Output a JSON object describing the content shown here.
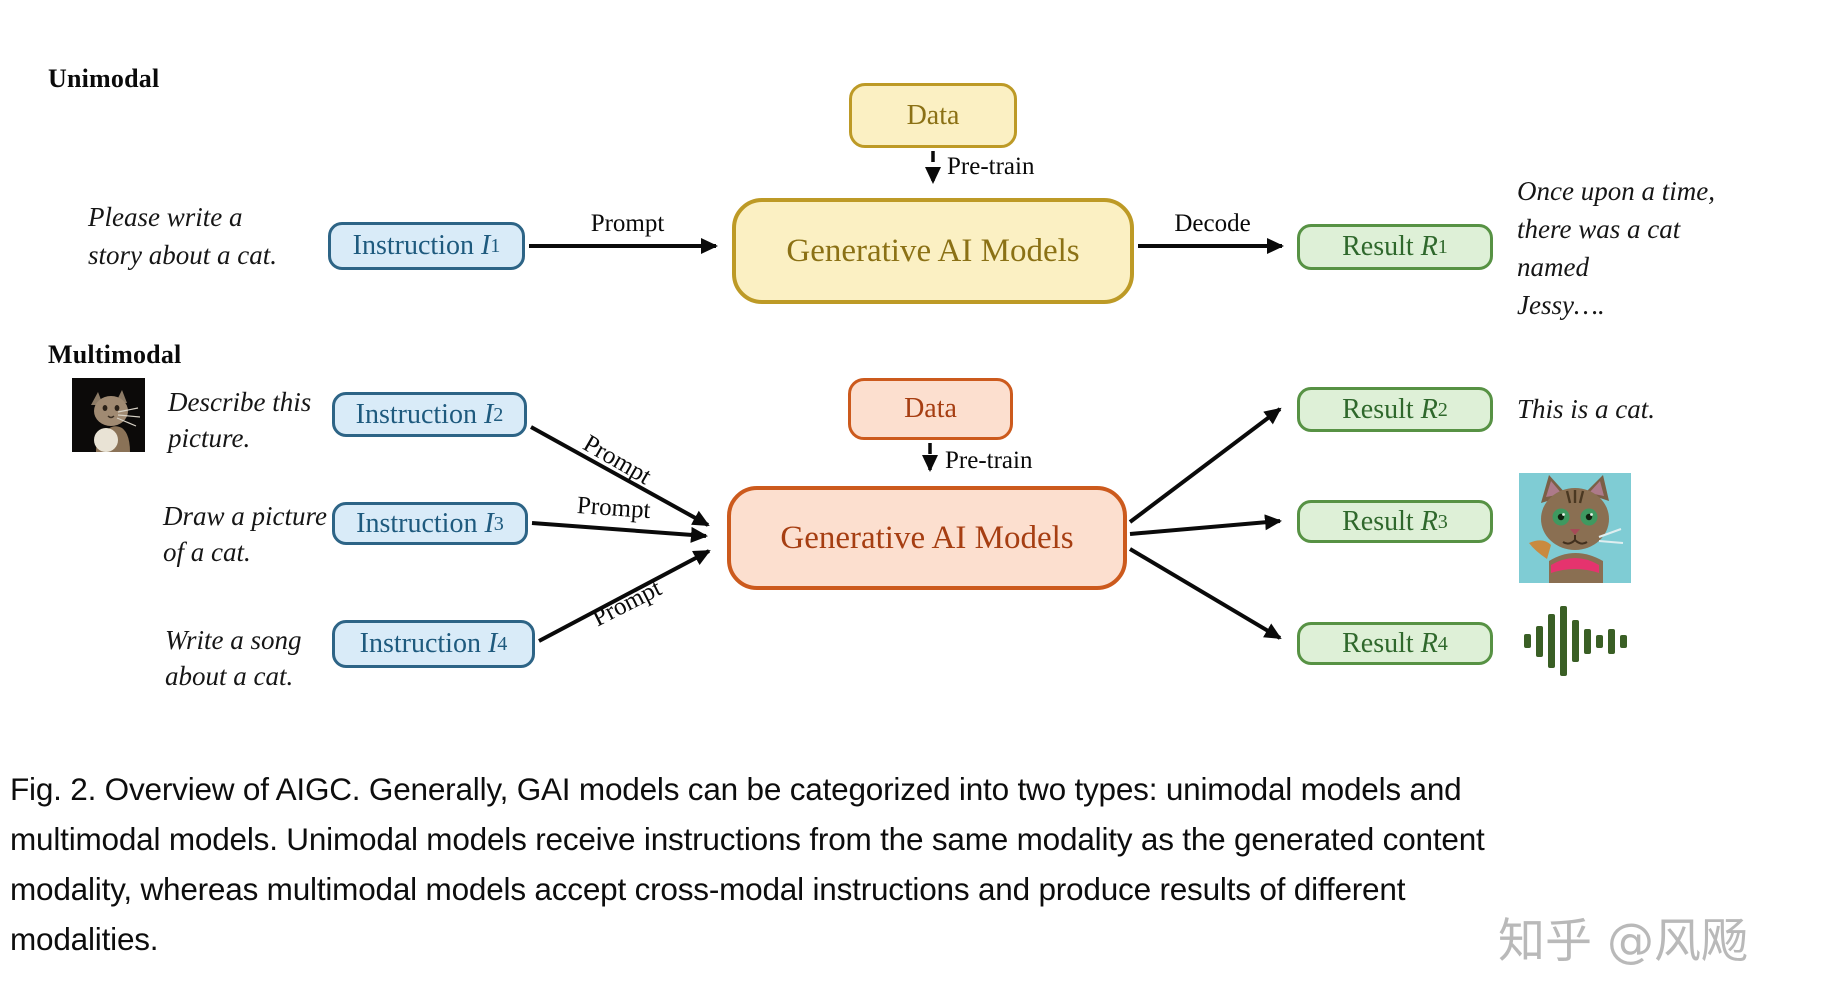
{
  "unimodal": {
    "title": "Unimodal",
    "input_lines": [
      "Please write a",
      "story about a cat."
    ],
    "instruction_box": {
      "label": "Instruction",
      "var": "I",
      "sub": "1"
    },
    "prompt_label": "Prompt",
    "data_box_label": "Data",
    "pretrain_label": "Pre-train",
    "model_box_label": "Generative AI Models",
    "decode_label": "Decode",
    "result_box": {
      "label": "Result",
      "var": "R",
      "sub": "1"
    },
    "output_lines": [
      "Once upon a time,",
      "there was a cat",
      "named",
      "Jessy…."
    ]
  },
  "multimodal": {
    "title": "Multimodal",
    "rows": [
      {
        "input_lines": [
          "Describe this",
          "picture."
        ],
        "box": {
          "label": "Instruction",
          "var": "I",
          "sub": "2"
        },
        "prompt_label": "Prompt"
      },
      {
        "input_lines": [
          "Draw a picture",
          "of a cat."
        ],
        "box": {
          "label": "Instruction",
          "var": "I",
          "sub": "3"
        },
        "prompt_label": "Prompt"
      },
      {
        "input_lines": [
          "Write a song",
          "about a cat."
        ],
        "box": {
          "label": "Instruction",
          "var": "I",
          "sub": "4"
        },
        "prompt_label": "Prompt"
      }
    ],
    "data_box_label": "Data",
    "pretrain_label": "Pre-train",
    "model_box_label": "Generative AI Models",
    "results": [
      {
        "label": "Result",
        "var": "R",
        "sub": "2"
      },
      {
        "label": "Result",
        "var": "R",
        "sub": "3"
      },
      {
        "label": "Result",
        "var": "R",
        "sub": "4"
      }
    ],
    "output_text": "This is a cat.",
    "input_image_desc": "photo of a cat",
    "output_image_desc": "generated picture of a cat",
    "output_audio_desc": "audio waveform"
  },
  "caption": {
    "lines": [
      "Fig. 2.  Overview of AIGC. Generally, GAI models can be categorized into two types: unimodal models and",
      "multimodal models. Unimodal models receive instructions from the same modality as the generated content",
      "modality, whereas multimodal models accept cross-modal instructions and produce results of different",
      "modalities."
    ]
  },
  "watermark": "知乎 @风飏",
  "colors": {
    "blue_fill": "#d9ebf8",
    "blue_border": "#2d6486",
    "blue_text": "#1e5a7e",
    "gold_fill": "#fbf0c3",
    "gold_border": "#bd9a26",
    "gold_text": "#8b7115",
    "orange_fill": "#fcdfcf",
    "orange_border": "#cc5a1d",
    "orange_text": "#a63e12",
    "green_fill": "#def0d7",
    "green_border": "#579244",
    "green_text": "#2f682c",
    "arrow": "#0a0a0a",
    "waveform_green": "#3a5f25"
  }
}
